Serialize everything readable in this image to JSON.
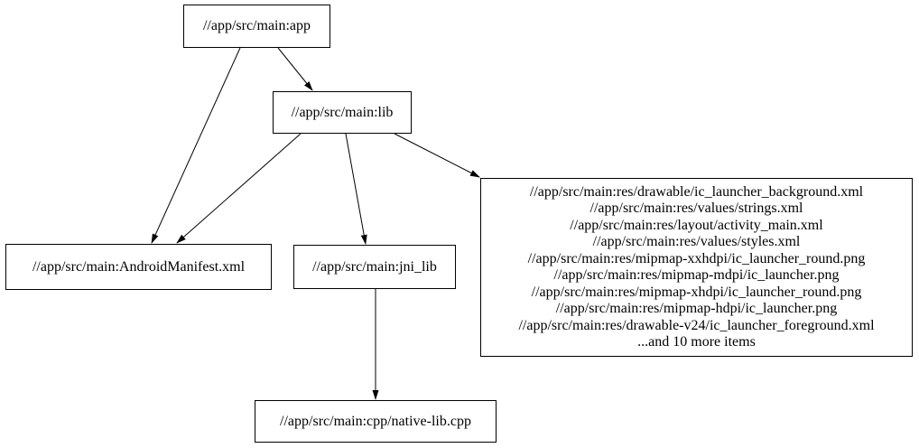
{
  "diagram": {
    "type": "dependency-graph",
    "background_color": "#ffffff",
    "node_fill_color": "#ffffff",
    "node_border_color": "#000000",
    "edge_color": "#000000",
    "text_color": "#000000",
    "nodes": {
      "app": {
        "label": "//app/src/main:app"
      },
      "lib": {
        "label": "//app/src/main:lib"
      },
      "android_manifest": {
        "label": "//app/src/main:AndroidManifest.xml"
      },
      "jni_lib": {
        "label": "//app/src/main:jni_lib"
      },
      "res_group": {
        "lines": [
          "//app/src/main:res/drawable/ic_launcher_background.xml",
          "//app/src/main:res/values/strings.xml",
          "//app/src/main:res/layout/activity_main.xml",
          "//app/src/main:res/values/styles.xml",
          "//app/src/main:res/mipmap-xxhdpi/ic_launcher_round.png",
          "//app/src/main:res/mipmap-mdpi/ic_launcher.png",
          "//app/src/main:res/mipmap-xhdpi/ic_launcher_round.png",
          "//app/src/main:res/mipmap-hdpi/ic_launcher.png",
          "//app/src/main:res/drawable-v24/ic_launcher_foreground.xml",
          "...and 10 more items"
        ]
      },
      "native_lib_cpp": {
        "label": "//app/src/main:cpp/native-lib.cpp"
      }
    },
    "edges": [
      {
        "from": "//app/src/main:app",
        "to": "//app/src/main:lib"
      },
      {
        "from": "//app/src/main:app",
        "to": "//app/src/main:AndroidManifest.xml"
      },
      {
        "from": "//app/src/main:lib",
        "to": "//app/src/main:AndroidManifest.xml"
      },
      {
        "from": "//app/src/main:lib",
        "to": "//app/src/main:jni_lib"
      },
      {
        "from": "//app/src/main:lib",
        "to": "res-group"
      },
      {
        "from": "//app/src/main:jni_lib",
        "to": "//app/src/main:cpp/native-lib.cpp"
      }
    ]
  }
}
